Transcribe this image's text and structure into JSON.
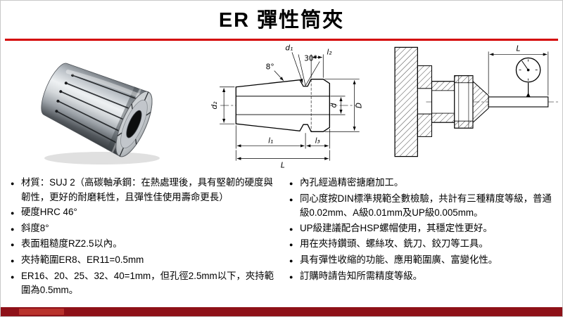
{
  "bullet_char": "●",
  "header": {
    "title": "ER 彈性筒夾"
  },
  "bullets": {
    "left": [
      "材質：SUJ 2（高碳軸承鋼：在熱處理後，具有堅韌的硬度與韌性，更好的耐磨耗性，且彈性佳使用壽命更長）",
      "硬度HRC 46°",
      "斜度8°",
      "表面粗糙度RZ2.5以內。",
      "夾持範圍ER8、ER11=0.5mm",
      "ER16、20、25、32、40=1mm，但孔徑2.5mm以下，夾持範圍為0.5mm。"
    ],
    "right": [
      "內孔經過精密搪磨加工。",
      "同心度按DIN標準規範全數檢驗，共計有三種精度等級，普通級0.02mm、A級0.01mm及UP級0.005mm。",
      "UP級建議配合HSP螺帽使用，其穩定性更好。",
      "用在夾持鑽頭、螺絲攻、銑刀、鉸刀等工具。",
      "具有彈性收縮的功能、應用範圍廣、富變化性。",
      "訂購時請告知所需精度等級。"
    ]
  },
  "diagram": {
    "section_labels": {
      "d1": "d₁",
      "l2": "l₂",
      "angle30": "30°",
      "angle8": "8°",
      "d2": "d₂",
      "d": "d",
      "D": "D",
      "l1": "l₁",
      "l3": "l₃",
      "L": "L"
    },
    "assembly_labels": {
      "L": "L"
    }
  },
  "colors": {
    "accent_red": "#d40000",
    "footer_red": "#8e1118"
  }
}
